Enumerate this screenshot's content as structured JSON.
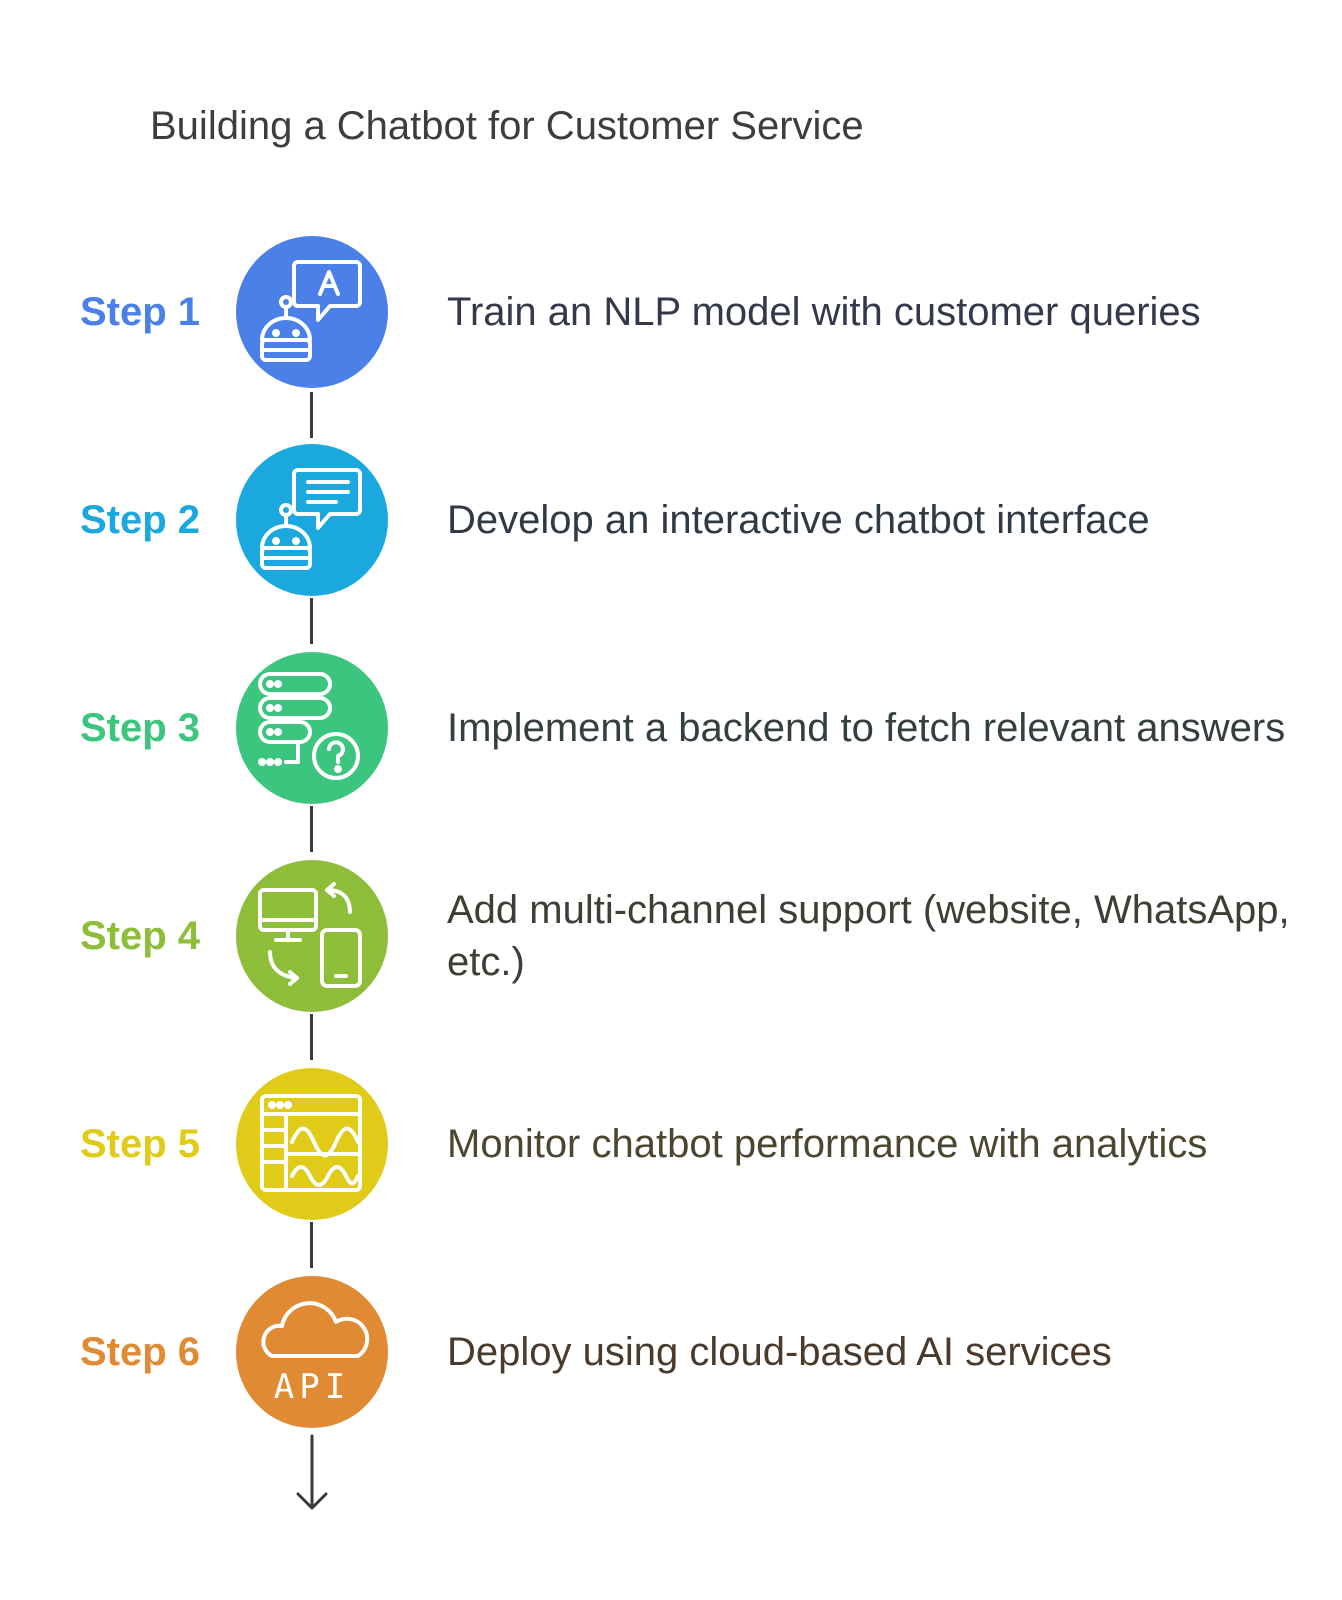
{
  "title": "Building a Chatbot for Customer Service",
  "steps": [
    {
      "label": "Step 1",
      "text": "Train an NLP model with customer queries",
      "color": "#4a80e8",
      "text_color": "#33394a",
      "icon": "robot-speech-bubble-A-icon"
    },
    {
      "label": "Step 2",
      "text": "Develop an interactive chatbot interface",
      "color": "#1aa8de",
      "text_color": "#2f3a45",
      "icon": "robot-chat-icon"
    },
    {
      "label": "Step 3",
      "text": "Implement a backend to fetch relevant answers",
      "color": "#3cc57f",
      "text_color": "#33403b",
      "icon": "database-question-icon"
    },
    {
      "label": "Step 4",
      "text": "Add multi-channel support (website, WhatsApp, etc.)",
      "color": "#8ebd3a",
      "text_color": "#3a4033",
      "icon": "devices-sync-icon"
    },
    {
      "label": "Step 5",
      "text": "Monitor chatbot performance with analytics",
      "color": "#dfcb18",
      "text_color": "#4a4630",
      "icon": "analytics-dashboard-icon"
    },
    {
      "label": "Step 6",
      "text": "Deploy using cloud-based AI services",
      "color": "#e08a33",
      "text_color": "#4a3a2c",
      "icon": "cloud-api-icon",
      "icon_text": "API"
    }
  ]
}
